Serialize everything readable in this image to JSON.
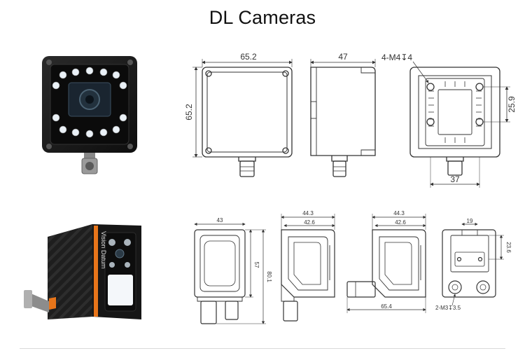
{
  "title": "DL Cameras",
  "row1": {
    "front_width": "65.2",
    "front_height": "65.2",
    "side_depth": "47",
    "thread_note": "4-M4↧4",
    "hole_spacing_v": "25.9",
    "hole_spacing_h": "37"
  },
  "row2": {
    "front_width": "43",
    "front_height_inner": "57",
    "front_height_total": "80.1",
    "side_depth_total_a": "44.3",
    "side_depth_inner_a": "42.6",
    "side_depth_total_b": "44.3",
    "side_depth_inner_b": "42.6",
    "side_length_with_connector": "65.4",
    "back_width": "19",
    "back_height": "23.6",
    "back_thread_note": "2-M3↧3.5"
  },
  "product_brand": "Vision Datum",
  "colors": {
    "accent_orange": "#e8751a",
    "body_black": "#1b1b1b",
    "led_white": "#f4f7fa"
  }
}
